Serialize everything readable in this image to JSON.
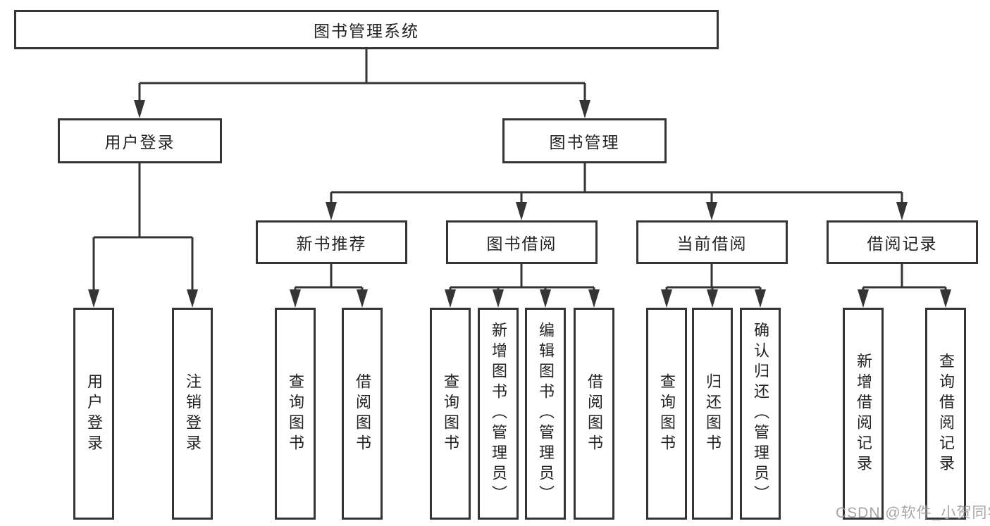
{
  "tree": {
    "root": "图书管理系统",
    "branches": [
      {
        "label": "用户登录",
        "children": [
          "用户登录",
          "注销登录"
        ]
      },
      {
        "label": "图书管理",
        "groups": [
          {
            "label": "新书推荐",
            "children": [
              "查询图书",
              "借阅图书"
            ]
          },
          {
            "label": "图书借阅",
            "children": [
              "查询图书",
              "新增图书（管理员）",
              "编辑图书（管理员）",
              "借阅图书"
            ]
          },
          {
            "label": "当前借阅",
            "children": [
              "查询图书",
              "归还图书",
              "确认归还（管理员）"
            ]
          },
          {
            "label": "借阅记录",
            "children": [
              "新增借阅记录",
              "查询借阅记录"
            ]
          }
        ]
      }
    ]
  },
  "watermark": "CSDN @软件_小贺同学",
  "colors": {
    "line": "#353535",
    "text": "#232323",
    "watermark": "#9e9e9e",
    "background": "#ffffff"
  }
}
